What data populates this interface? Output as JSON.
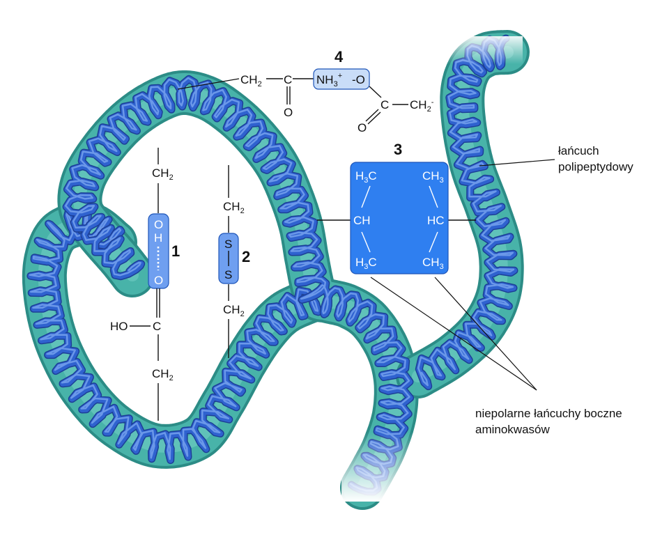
{
  "colors": {
    "tube": "#48b3a9",
    "tube_dark": "#2c8c86",
    "helix": "#2f62cf",
    "helix_light": "#7aa6ef",
    "box_light": "#c9ddf8",
    "box_blue": "#6f9ff0",
    "box_dark": "#2f7ff0",
    "box_border": "#1e55b8"
  },
  "icons": [
    "polypeptide-chain",
    "alpha-helix"
  ],
  "labels": {
    "n1": "1",
    "n2": "2",
    "n3": "3",
    "n4": "4",
    "polypeptide_line1": "łańcuch",
    "polypeptide_line2": "polipeptydowy",
    "nonpolar_line1": "niepolarne łańcuchy boczne",
    "nonpolar_line2": "aminokwasów"
  },
  "chem": {
    "ch": "CH",
    "c": "C",
    "o": "O",
    "h": "H",
    "s": "S",
    "ho": "HO",
    "nh": "NH",
    "minus_o": "-O",
    "h3c": "H",
    "ch3": "CH",
    "hc": "HC",
    "sub2": "2",
    "sub3": "3",
    "plus": "+",
    "minus": "-"
  }
}
